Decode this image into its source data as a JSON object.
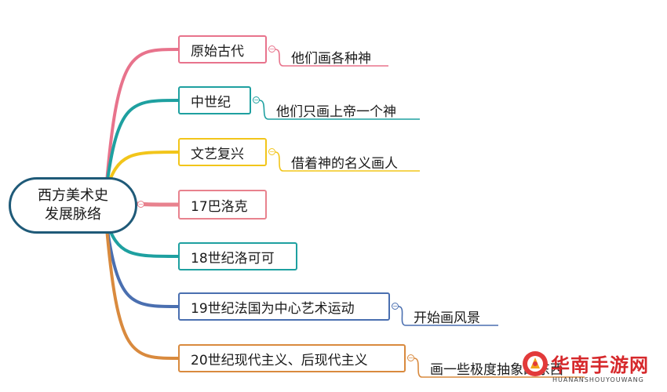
{
  "root": {
    "line1": "西方美术史",
    "line2": "发展脉络"
  },
  "branches": [
    {
      "label": "原始古代",
      "leaf": "他们画各种神",
      "color": "#e8738c"
    },
    {
      "label": "中世纪",
      "leaf": "他们只画上帝一个神",
      "color": "#1ea0a0"
    },
    {
      "label": "文艺复兴",
      "leaf": "借着神的名义画人",
      "color": "#f2c51a"
    },
    {
      "label": "17巴洛克",
      "leaf": "",
      "color": "#e8828e"
    },
    {
      "label": "18世纪洛可可",
      "leaf": "",
      "color": "#1ea0a0"
    },
    {
      "label": "19世纪法国为中心艺术运动",
      "leaf": "开始画风景",
      "color": "#4a6fb0"
    },
    {
      "label": "20世纪现代主义、后现代主义",
      "leaf": "画一些极度抽象的东西",
      "color": "#d98a3e"
    }
  ],
  "watermark": {
    "title": "华南手游网",
    "subtitle": "HUANANSHOUYOUWANG"
  }
}
